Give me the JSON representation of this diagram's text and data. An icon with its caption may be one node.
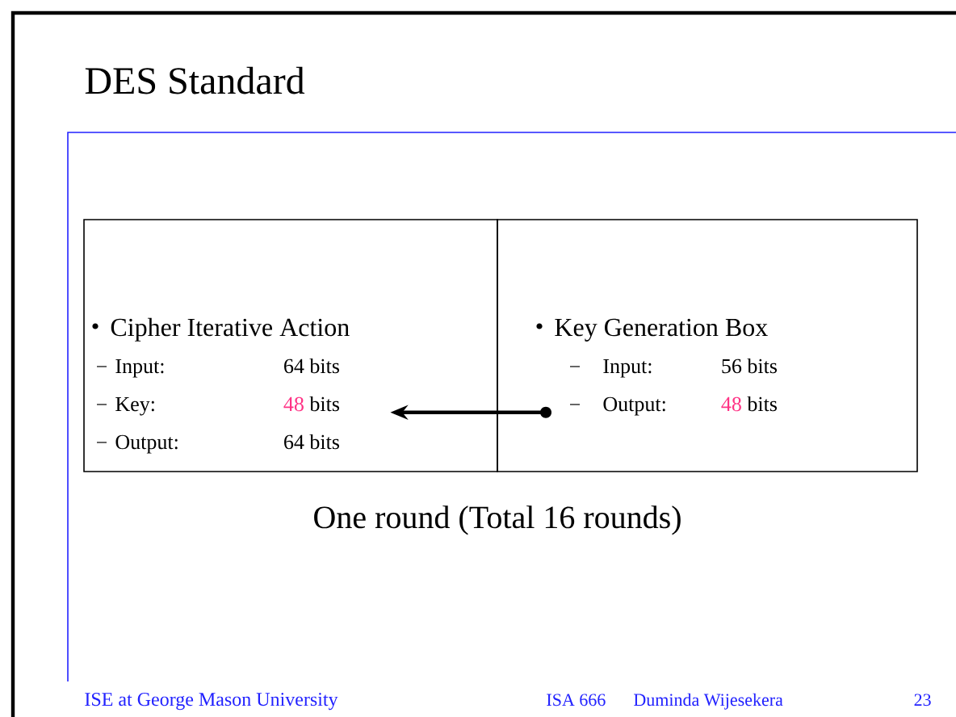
{
  "diagram": {
    "title": "DES Standard",
    "caption": "One round (Total 16 rounds)",
    "nodes": [
      {
        "text": [
          "Cipher Iterative Action"
        ]
      },
      {
        "text": [
          "Input:",
          "64 bits"
        ],
        "in": 0
      },
      {
        "text": [
          "Key:",
          "48",
          "bits"
        ],
        "in": 0
      },
      {
        "text": [
          "Output:",
          "64 bits"
        ],
        "in": 0
      },
      {
        "text": [
          "Key Generation Box"
        ]
      },
      {
        "text": [
          "Input:",
          "56 bits"
        ],
        "in": 4
      },
      {
        "text": [
          "Output:",
          "48",
          "bits"
        ],
        "in": 4
      }
    ],
    "edges": [
      {
        "from": 6,
        "to": 2,
        "arrow": "to"
      }
    ],
    "labels": [
      "ISE at George Mason University",
      "ISA 666",
      "Duminda Wijesekera",
      "23"
    ]
  }
}
